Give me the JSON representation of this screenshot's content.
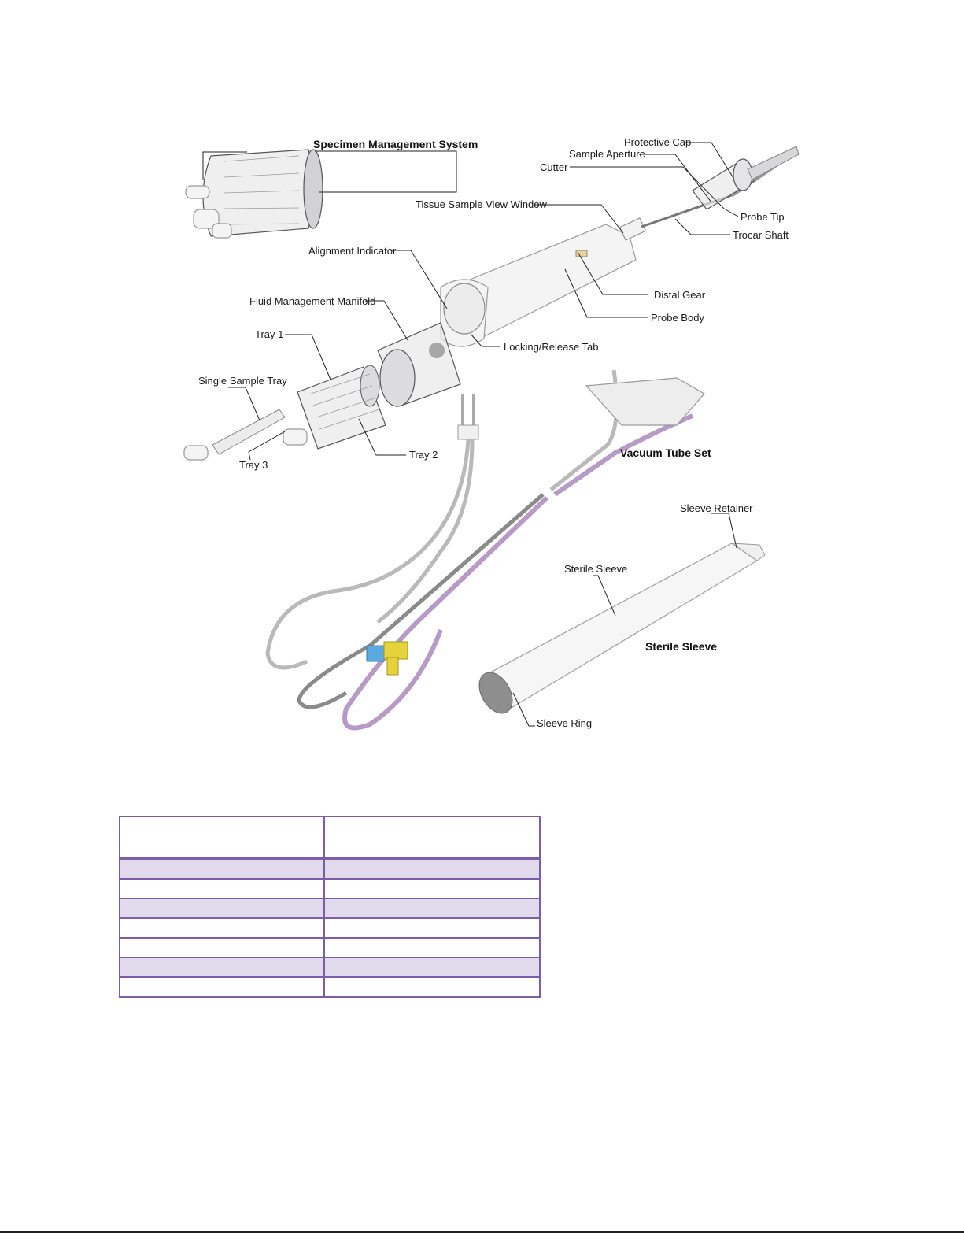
{
  "figure": {
    "labels": {
      "specimen_management_system": "Specimen Management System",
      "protective_cap": "Protective Cap",
      "sample_aperture": "Sample Aperture",
      "cutter": "Cutter",
      "tissue_sample_view_window": "Tissue Sample View Window",
      "probe_tip": "Probe Tip",
      "trocar_shaft": "Trocar Shaft",
      "alignment_indicator": "Alignment Indicator",
      "fluid_management_manifold": "Fluid Management Manifold",
      "distal_gear": "Distal Gear",
      "probe_body": "Probe Body",
      "tray_1": "Tray 1",
      "locking_release_tab": "Locking/Release Tab",
      "single_sample_tray": "Single Sample Tray",
      "tray_2": "Tray 2",
      "tray_3": "Tray 3",
      "vacuum_tube_set": "Vacuum Tube Set",
      "sleeve_retainer": "Sleeve Retainer",
      "sterile_sleeve_callout": "Sterile Sleeve",
      "sterile_sleeve_title": "Sterile Sleeve",
      "sleeve_ring": "Sleeve Ring"
    }
  },
  "table": {
    "header": [
      "",
      ""
    ],
    "rows": [
      [
        "",
        ""
      ],
      [
        "",
        ""
      ],
      [
        "",
        ""
      ],
      [
        "",
        ""
      ],
      [
        "",
        ""
      ],
      [
        "",
        ""
      ],
      [
        "",
        ""
      ]
    ]
  },
  "colors": {
    "table_border": "#7b5ea7",
    "table_shade": "#e1daec",
    "vacuum_tube": "#b79ac6",
    "stopcock_blue": "#5aa9e0",
    "stopcock_yellow": "#e6d23a"
  }
}
